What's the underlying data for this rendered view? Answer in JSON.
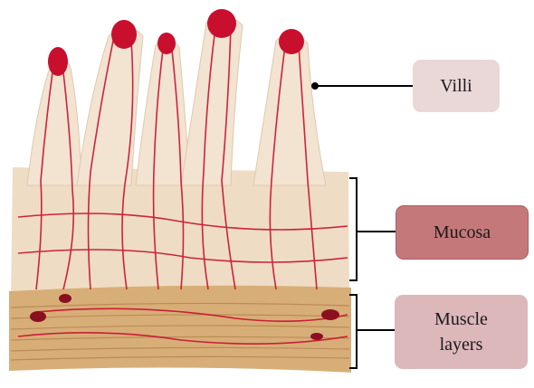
{
  "labels": {
    "villi": "Villi",
    "mucosa": "Mucosa",
    "muscle_line1": "Muscle",
    "muscle_line2": "layers"
  },
  "colors": {
    "tissue_base": "#f1e1cc",
    "villus_fill": "#f4e4d3",
    "capillary_red": "#c8102e",
    "muscle_tan": "#d6ad76",
    "villi_box": "#ead7d8",
    "mucosa_box": "#c5787a",
    "muscle_box": "#dcb8ba"
  }
}
